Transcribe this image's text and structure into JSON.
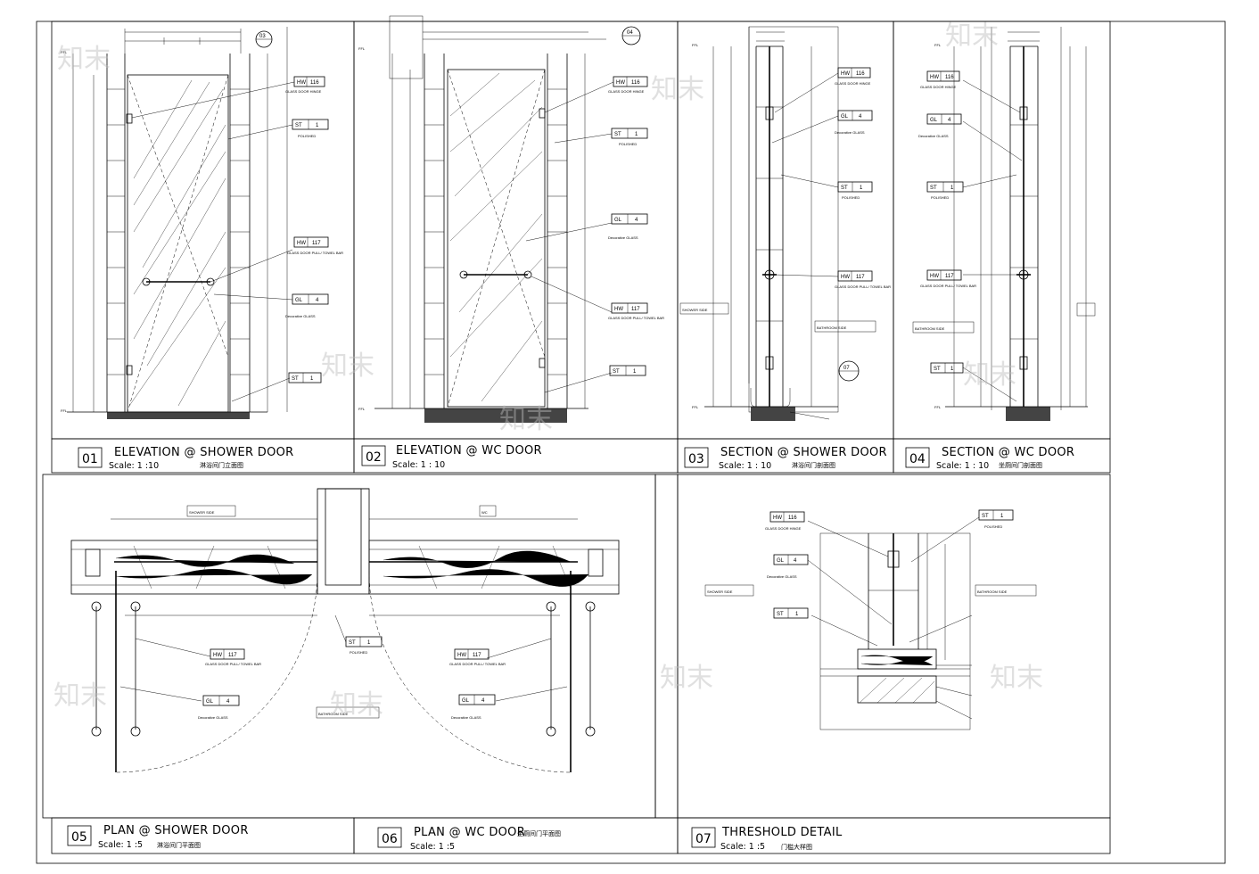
{
  "panels": [
    {
      "id": "01",
      "title": "ELEVATION @ SHOWER DOOR",
      "scale": "Scale: 1 :10",
      "subtitle_cn": "淋浴间门立面图"
    },
    {
      "id": "02",
      "title": "ELEVATION @ WC DOOR",
      "scale": "Scale: 1 : 10",
      "subtitle_cn": ""
    },
    {
      "id": "03",
      "title": "SECTION @ SHOWER DOOR",
      "scale": "Scale: 1 : 10",
      "subtitle_cn": "淋浴间门剖面图"
    },
    {
      "id": "04",
      "title": "SECTION @ WC DOOR",
      "scale": "Scale: 1 : 10",
      "subtitle_cn": "坐厕间门剖面图"
    },
    {
      "id": "05",
      "title": "PLAN @ SHOWER DOOR",
      "scale": "Scale: 1 :5",
      "subtitle_cn": "淋浴间门平面图"
    },
    {
      "id": "06",
      "title": "PLAN @ WC DOOR",
      "scale": "Scale: 1 :5",
      "subtitle_cn": "坐厕间门平面图"
    },
    {
      "id": "07",
      "title": "THRESHOLD DETAIL",
      "scale": "Scale: 1 :5",
      "subtitle_cn": "门槛大样图"
    }
  ],
  "tags": {
    "hw116": {
      "code": "HW",
      "num": "116",
      "desc": "GLASS DOOR HINGE"
    },
    "hw117": {
      "code": "HW",
      "num": "117",
      "desc": "GLASS DOOR PULL/ TOWEL BAR"
    },
    "st1": {
      "code": "ST",
      "num": "1",
      "desc": "POLISHED"
    },
    "gl4": {
      "code": "GL",
      "num": "4",
      "desc": "Decorative GLASS"
    }
  },
  "side_labels": {
    "shower_side": "SHOWER SIDE",
    "bathroom_side": "BATHROOM SIDE",
    "wc": "WC"
  },
  "callouts": {
    "c03": "03",
    "c04": "04",
    "c07": "07"
  },
  "levels": {
    "ffl": "FFL"
  },
  "watermark": "知末"
}
